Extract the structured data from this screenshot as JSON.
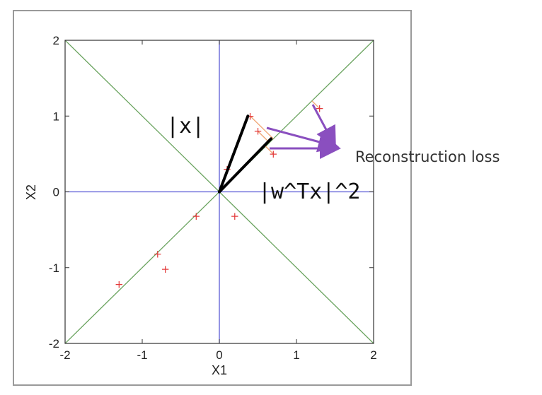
{
  "chart_data": {
    "type": "scatter",
    "xlabel": "X1",
    "ylabel": "X2",
    "xlim": [
      -2,
      2
    ],
    "ylim": [
      -2,
      2
    ],
    "xticks": [
      "-2",
      "-1",
      "0",
      "1",
      "2"
    ],
    "yticks": [
      "-2",
      "-1",
      "0",
      "1",
      "2"
    ],
    "grid": false,
    "points": {
      "x": [
        -1.3,
        -0.8,
        -0.7,
        -0.3,
        0.1,
        0.2,
        0.4,
        0.5,
        0.7,
        1.3
      ],
      "y": [
        -1.22,
        -0.82,
        -1.02,
        -0.32,
        0.3,
        -0.32,
        1.0,
        0.8,
        0.5,
        1.1
      ],
      "marker": "+",
      "color": "#e33b3b"
    },
    "reference_lines": [
      {
        "kind": "diagonal",
        "slope": 1,
        "color": "#6aa35f"
      },
      {
        "kind": "antidiagonal",
        "slope": -1,
        "color": "#6aa35f"
      },
      {
        "kind": "horizontal-axis",
        "value": 0,
        "color": "#5b5bd6"
      },
      {
        "kind": "vertical-axis",
        "value": 0,
        "color": "#5b5bd6"
      }
    ],
    "vectors": [
      {
        "from": [
          0,
          0
        ],
        "to": [
          0.37,
          1.0
        ],
        "color": "#000000"
      },
      {
        "from": [
          0,
          0
        ],
        "to": [
          0.67,
          0.7
        ],
        "color": "#000000"
      }
    ],
    "projections": [
      {
        "from": [
          0.4,
          1.0
        ],
        "to": [
          0.7,
          0.7
        ]
      },
      {
        "from": [
          0.5,
          0.8
        ],
        "to": [
          0.65,
          0.65
        ]
      },
      {
        "from": [
          0.7,
          0.5
        ],
        "to": [
          0.6,
          0.6
        ]
      },
      {
        "from": [
          1.3,
          1.1
        ],
        "to": [
          1.2,
          1.2
        ]
      }
    ],
    "annotations": {
      "norm": "|x|",
      "proj": "|w^Tx|^2",
      "recon": "Reconstruction loss"
    },
    "colors": {
      "point": "#e33b3b",
      "diagonal": "#6aa35f",
      "axes_lines": "#5b5bd6",
      "arrow": "#8a4fbf",
      "projection": "#f0a878"
    }
  }
}
